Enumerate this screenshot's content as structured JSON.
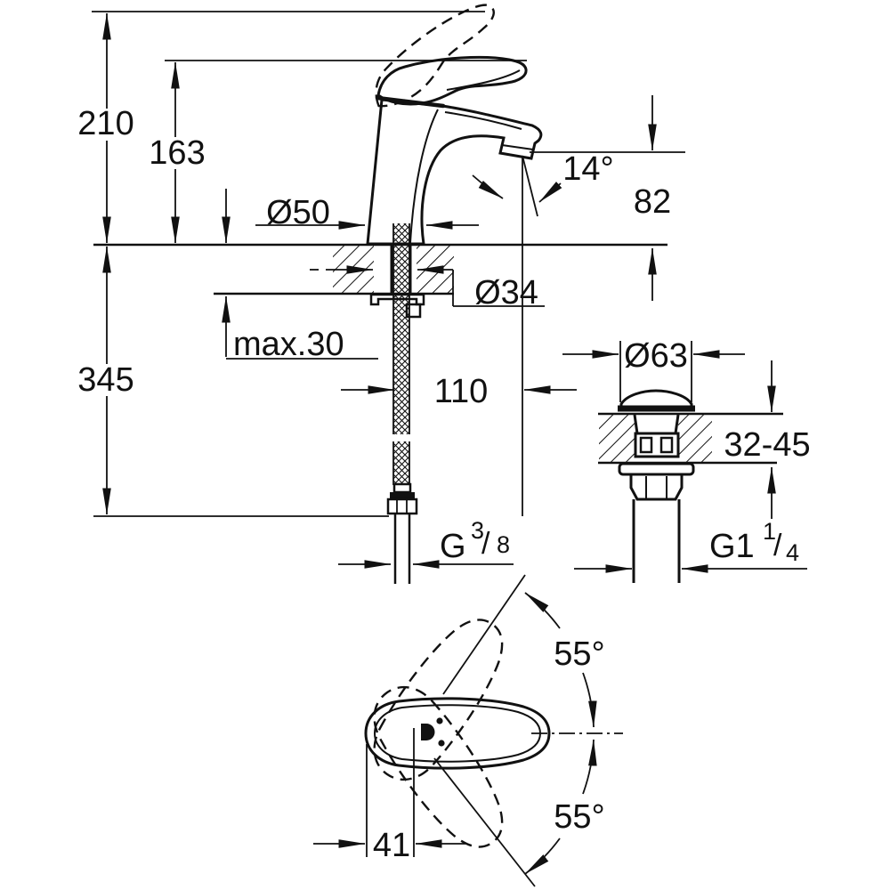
{
  "drawing": {
    "title": "single-lever basin mixer dimensional drawing",
    "colors": {
      "ink": "#111111",
      "paper": "#ffffff"
    },
    "front_view": {
      "total_height": "210",
      "spout_top_height": "163",
      "base_diameter": "Ø50",
      "spray_angle": "14°",
      "outlet_height": "82",
      "hole_diameter": "Ø34",
      "max_deck_thickness": "max.30",
      "supply_hose_length": "345",
      "spout_projection": "110",
      "supply_thread": {
        "prefix": "G",
        "numerator": "3",
        "slash": "/",
        "denominator": "8"
      }
    },
    "waste_view": {
      "flange_diameter": "Ø63",
      "deck_thickness_range": "32-45",
      "waste_thread": {
        "prefix": "G1",
        "numerator": "1",
        "slash": "/",
        "denominator": "4"
      }
    },
    "top_view": {
      "swing_angle_upper": "55°",
      "swing_angle_lower": "55°",
      "handle_offset": "41"
    }
  }
}
